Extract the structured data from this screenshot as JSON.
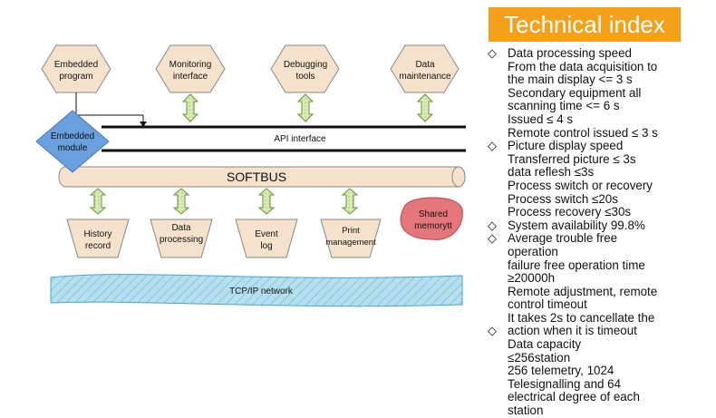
{
  "diagram": {
    "top_modules": [
      {
        "lines": [
          "Embedded",
          "program"
        ]
      },
      {
        "lines": [
          "Monitoring",
          "interface"
        ]
      },
      {
        "lines": [
          "Debugging",
          "tools"
        ]
      },
      {
        "lines": [
          "Data",
          "maintenance"
        ]
      }
    ],
    "embedded_module": [
      "Embedded",
      "module"
    ],
    "api_interface": "API interface",
    "softbus": "SOFTBUS",
    "bottom_modules": [
      {
        "lines": [
          "History",
          "record"
        ]
      },
      {
        "lines": [
          "Data",
          "processing"
        ]
      },
      {
        "lines": [
          "Event",
          "log"
        ]
      },
      {
        "lines": [
          "Print",
          "management"
        ]
      }
    ],
    "shared_memory": [
      "Shared",
      "memorytt"
    ],
    "network": "TCP/IP network"
  },
  "colors": {
    "hexagon_fill": "#f5e2cc",
    "diamond_fill": "#6a9fe0",
    "bus_fill": "#f5e2cc",
    "shared_memory_fill": "#e5767c",
    "network_fill": "#b6e0f0",
    "arrow_fill": "#cfe6a6",
    "title_bg": "#f5a01a"
  },
  "technical_index": {
    "title": "Technical index",
    "items": [
      {
        "heading": "Data processing speed",
        "lines": [
          "From the data acquisition to",
          "the main display <= 3 s",
          "Secondary equipment all",
          "scanning time <= 6 s",
          "Issued ≤ 4 s",
          "Remote control issued ≤ 3 s"
        ]
      },
      {
        "heading": "Picture display speed",
        "lines": [
          "Transferred picture ≤ 3s",
          "data reflesh ≤3s",
          "Process switch or recovery",
          "Process switch ≤20s",
          "Process  recovery ≤30s"
        ]
      },
      {
        "heading": "System availability 99.8%",
        "lines": []
      },
      {
        "heading": "Average trouble free",
        "lines": [
          "operation",
          "failure free operation time",
          "≥20000h",
          "Remote adjustment, remote",
          "control timeout",
          "It takes 2s to cancellate the"
        ]
      },
      {
        "heading": "action when it is timeout",
        "lines": [
          "Data capacity",
          "≤256station",
          "256 telemetry, 1024",
          "Telesignalling and 64",
          "electrical degree of  each",
          "station"
        ]
      }
    ]
  }
}
